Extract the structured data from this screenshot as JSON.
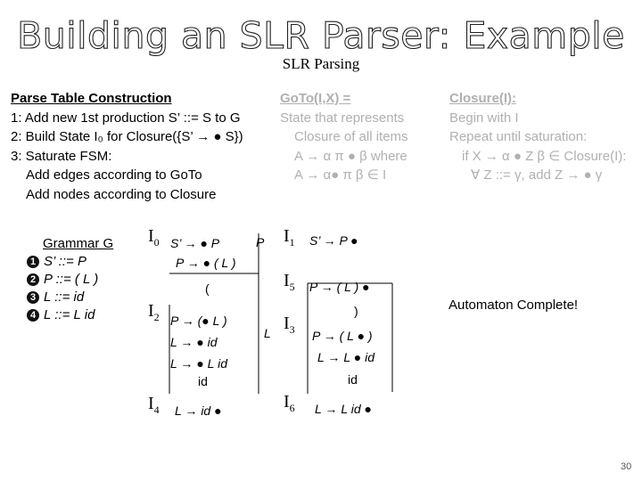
{
  "title": "Building an SLR Parser: Example",
  "subtitle": "SLR Parsing",
  "construction": {
    "heading": "Parse Table Construction",
    "steps": [
      "1: Add new 1st production S’ ::= S to G",
      "2: Build State I₀ for Closure({S’ → ● S})",
      "3: Saturate FSM:",
      "Add edges according to GoTo",
      "Add nodes according to Closure"
    ]
  },
  "goto_def": {
    "heading": "GoTo(I,X) =",
    "lines": [
      "State that represents",
      "Closure of all items",
      "A → α π ● β  where",
      "A → α● π β ∈ I"
    ]
  },
  "closure_def": {
    "heading": "Closure(I):",
    "lines": [
      "Begin with I",
      "Repeat until saturation:",
      "if X → α ● Z β ∈ Closure(I):",
      "∀ Z ::= γ, add  Z → ● γ"
    ]
  },
  "grammar": {
    "heading": "Grammar G",
    "rules": [
      {
        "num": "1",
        "text": "S’ ::= P"
      },
      {
        "num": "2",
        "text": "P ::= ( L )"
      },
      {
        "num": "3",
        "text": "L ::= id"
      },
      {
        "num": "4",
        "text": "L ::= L id"
      }
    ]
  },
  "states": [
    {
      "label": "I",
      "sub": "0",
      "items": [
        "S’ → ● P",
        "P → ● ( L )"
      ]
    },
    {
      "label": "I",
      "sub": "1",
      "items": [
        "S’ → P ●"
      ]
    },
    {
      "label": "I",
      "sub": "5",
      "items": [
        "P → ( L ) ●"
      ]
    },
    {
      "label": "I",
      "sub": "2",
      "items": [
        "P → (● L )",
        "L → ● id",
        "L → ● L id"
      ]
    },
    {
      "label": "I",
      "sub": "3",
      "items": [
        "P → ( L ● )",
        "L → L ● id"
      ]
    },
    {
      "label": "I",
      "sub": "4",
      "items": [
        "L → id ●"
      ]
    },
    {
      "label": "I",
      "sub": "6",
      "items": [
        "L → L id ●"
      ]
    }
  ],
  "edges": {
    "i0_i1": "P",
    "i0_i2": "(",
    "i2_i3": "L",
    "i3_i5": ")",
    "i2_i4": "id",
    "i3_i6": "id"
  },
  "status": "Automaton Complete!",
  "page_number": "30"
}
